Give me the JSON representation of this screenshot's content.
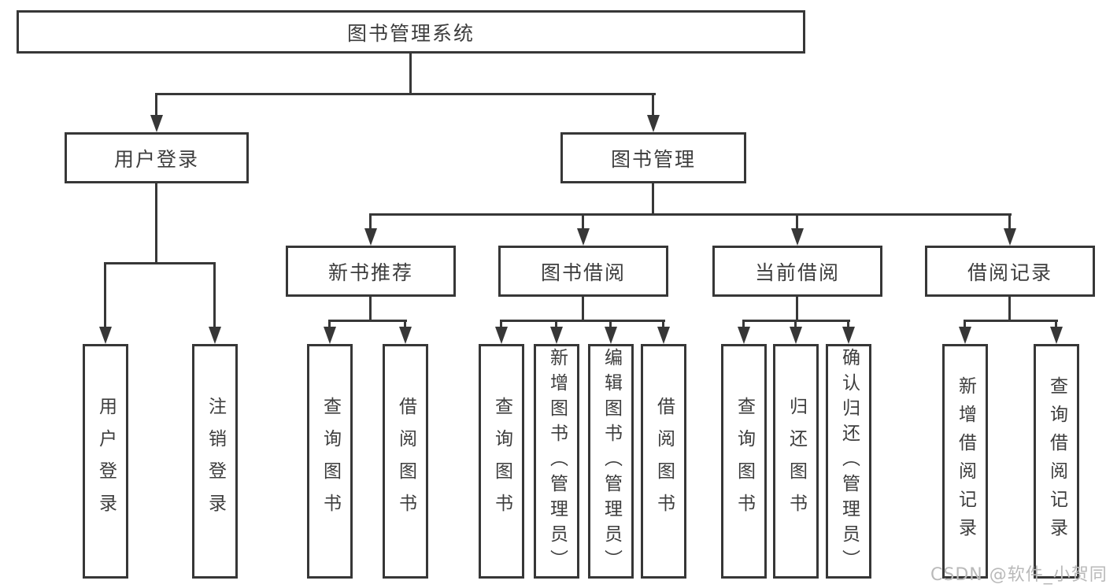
{
  "tree": {
    "root": "图书管理系统",
    "children": [
      {
        "label": "用户登录",
        "children": [
          "用户登录",
          "注销登录"
        ]
      },
      {
        "label": "图书管理",
        "children": [
          {
            "label": "新书推荐",
            "children": [
              "查询图书",
              "借阅图书"
            ]
          },
          {
            "label": "图书借阅",
            "children": [
              "查询图书",
              "新增图书（管理员）",
              "编辑图书（管理员）",
              "借阅图书"
            ]
          },
          {
            "label": "当前借阅",
            "children": [
              "查询图书",
              "归还图书",
              "确认归还（管理员）"
            ]
          },
          {
            "label": "借阅记录",
            "children": [
              "新增借阅记录",
              "查询借阅记录"
            ]
          }
        ]
      }
    ]
  },
  "watermark": {
    "text": "CSDN @软件_小贺同学"
  },
  "colors": {
    "line": "#373737",
    "text": "#3d3d3d",
    "watermark": "#b9b9b9",
    "background": "#ffffff"
  }
}
